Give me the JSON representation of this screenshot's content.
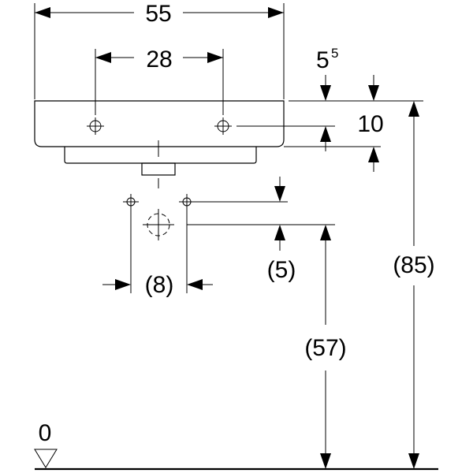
{
  "dimensions": {
    "overall_width": "55",
    "tap_hole_spacing": "28",
    "side_offset_main": "5",
    "side_offset_sup": "5",
    "basin_height": "10",
    "supply_offset": "(5)",
    "supply_spacing": "(8)",
    "supply_height": "(57)",
    "rim_height": "(85)",
    "floor_level": "0"
  }
}
